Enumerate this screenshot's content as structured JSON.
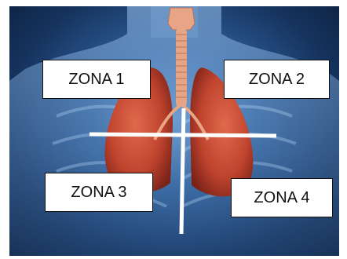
{
  "zones": [
    {
      "id": "zone-1",
      "label": "ZONA 1"
    },
    {
      "id": "zone-2",
      "label": "ZONA 2"
    },
    {
      "id": "zone-3",
      "label": "ZONA 3"
    },
    {
      "id": "zone-4",
      "label": "ZONA 4"
    }
  ],
  "colors": {
    "background_dark": "#0b1e3b",
    "background_light": "#6a9ad0",
    "lung": "#c0442e",
    "trachea": "#e7a585",
    "divider": "#ffffff"
  }
}
